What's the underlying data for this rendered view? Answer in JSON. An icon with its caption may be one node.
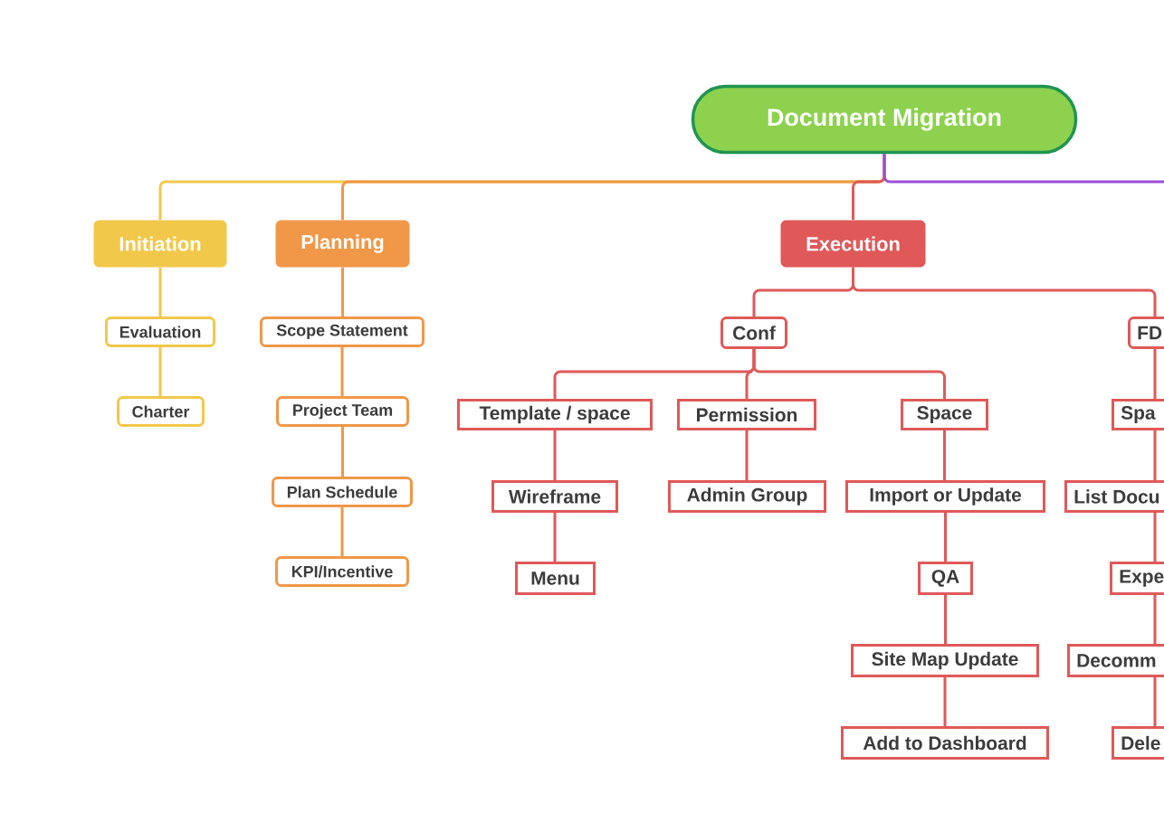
{
  "diagram": {
    "nodes": [
      {
        "text": [
          "Document Migration"
        ]
      },
      {
        "text": [
          "Initiation"
        ]
      },
      {
        "text": [
          "Evaluation"
        ]
      },
      {
        "text": [
          "Charter"
        ]
      },
      {
        "text": [
          "Planning"
        ]
      },
      {
        "text": [
          "Scope Statement"
        ]
      },
      {
        "text": [
          "Project Team"
        ]
      },
      {
        "text": [
          "Plan Schedule"
        ]
      },
      {
        "text": [
          "KPI/Incentive"
        ]
      },
      {
        "text": [
          "Execution"
        ]
      },
      {
        "text": [
          "Conf"
        ]
      },
      {
        "text": [
          "Template / space"
        ]
      },
      {
        "text": [
          "Permission"
        ]
      },
      {
        "text": [
          "Space"
        ]
      },
      {
        "text": [
          "Wireframe"
        ]
      },
      {
        "text": [
          "Menu"
        ]
      },
      {
        "text": [
          "Admin Group"
        ]
      },
      {
        "text": [
          "Import or Update"
        ]
      },
      {
        "text": [
          "QA"
        ]
      },
      {
        "text": [
          "Site Map Update"
        ]
      },
      {
        "text": [
          "Add to Dashboard"
        ]
      },
      {
        "text": [
          "FD"
        ]
      },
      {
        "text": [
          "Spa"
        ]
      },
      {
        "text": [
          "List Docu"
        ]
      },
      {
        "text": [
          "Expe"
        ]
      },
      {
        "text": [
          "Decomm"
        ]
      },
      {
        "text": [
          "Dele"
        ]
      }
    ],
    "edges": [
      {
        "from": 0,
        "to": 1,
        "arrow": "none",
        "color": "#f2c84b"
      },
      {
        "from": 1,
        "to": 2,
        "arrow": "none",
        "color": "#f2c84b"
      },
      {
        "from": 2,
        "to": 3,
        "arrow": "none",
        "color": "#f2c84b"
      },
      {
        "from": 0,
        "to": 4,
        "arrow": "none",
        "color": "#f09848"
      },
      {
        "from": 4,
        "to": 5,
        "arrow": "none",
        "color": "#f09848"
      },
      {
        "from": 5,
        "to": 6,
        "arrow": "none",
        "color": "#f09848"
      },
      {
        "from": 6,
        "to": 7,
        "arrow": "none",
        "color": "#f09848"
      },
      {
        "from": 7,
        "to": 8,
        "arrow": "none",
        "color": "#f09848"
      },
      {
        "from": 0,
        "to": 9,
        "arrow": "none"
      },
      {
        "from": 9,
        "to": 10,
        "arrow": "none"
      },
      {
        "from": 10,
        "to": 11,
        "arrow": "none"
      },
      {
        "from": 11,
        "to": 14,
        "arrow": "none"
      },
      {
        "from": 14,
        "to": 15,
        "arrow": "none"
      },
      {
        "from": 10,
        "to": 12,
        "arrow": "none"
      },
      {
        "from": 12,
        "to": 16,
        "arrow": "none"
      },
      {
        "from": 10,
        "to": 13,
        "arrow": "none"
      },
      {
        "from": 13,
        "to": 17,
        "arrow": "none"
      },
      {
        "from": 17,
        "to": 18,
        "arrow": "none"
      },
      {
        "from": 18,
        "to": 19,
        "arrow": "none"
      },
      {
        "from": 19,
        "to": 20,
        "arrow": "none"
      },
      {
        "from": 9,
        "to": 21,
        "arrow": "none"
      },
      {
        "from": 21,
        "to": 22,
        "arrow": "none"
      },
      {
        "from": 22,
        "to": 23,
        "arrow": "none"
      },
      {
        "from": 23,
        "to": 24,
        "arrow": "none"
      },
      {
        "from": 24,
        "to": 25,
        "arrow": "none"
      },
      {
        "from": 25,
        "to": 26,
        "arrow": "none"
      },
      {
        "from": 0,
        "to": null,
        "arrow": "none",
        "color": "#9b4fd6"
      }
    ]
  }
}
